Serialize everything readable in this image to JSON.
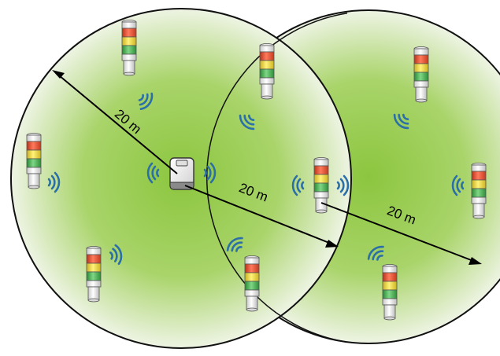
{
  "diagram": {
    "labels": {
      "radius_left_diagonal": "20 m",
      "radius_left_horizontal": "20 m",
      "radius_right": "20 m"
    },
    "colors": {
      "zone_center": "#8cc63f",
      "zone_edge": "#eef4e4",
      "zone_outline": "#111111",
      "wireless_wave": "#2a6fa8",
      "arrow": "#000000",
      "light_red": "#e84a2a",
      "light_yellow": "#f2dc3a",
      "light_green": "#3fae49",
      "tower_body": "#f2f2f2"
    },
    "icons": {
      "coverage_zone": "coverage-circle",
      "receiver": "wireless-receiver-unit",
      "signal_tower": "stack-light-tower",
      "signal": "wifi-waves"
    }
  }
}
